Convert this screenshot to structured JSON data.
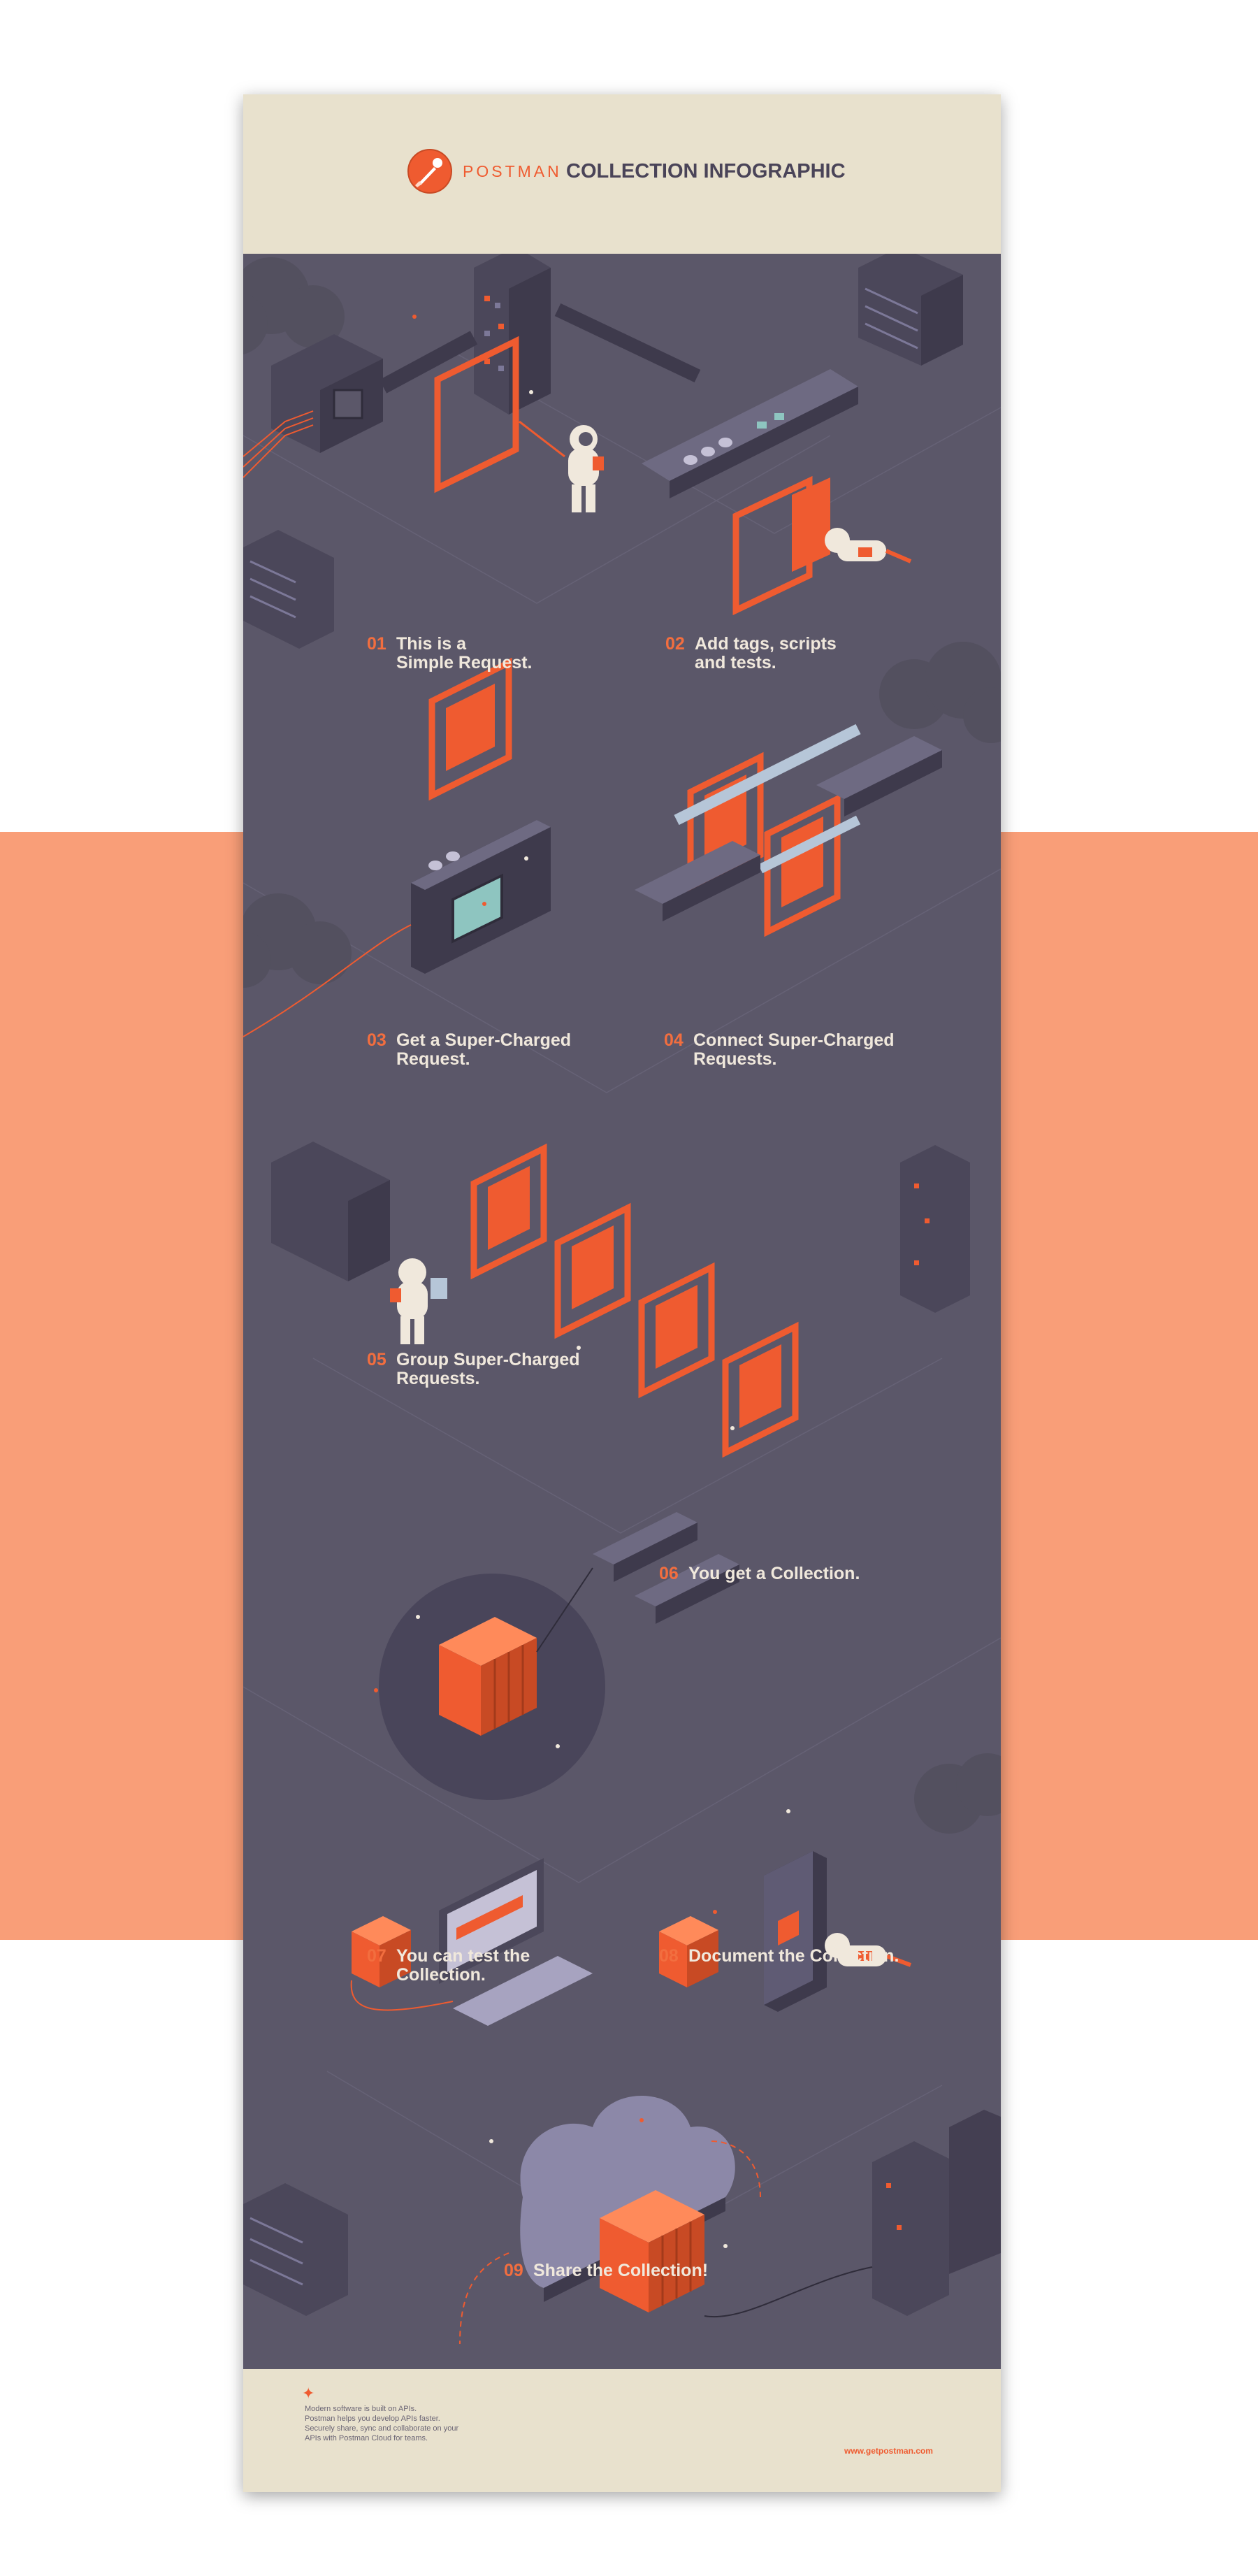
{
  "header": {
    "brand": "POSTMAN",
    "title": "COLLECTION INFOGRAPHIC"
  },
  "steps": [
    {
      "num": "01",
      "line1": "This is a",
      "line2": "Simple Request."
    },
    {
      "num": "02",
      "line1": "Add tags, scripts",
      "line2": "and tests."
    },
    {
      "num": "03",
      "line1": "Get a Super-Charged",
      "line2": "Request."
    },
    {
      "num": "04",
      "line1": "Connect Super-Charged",
      "line2": "Requests."
    },
    {
      "num": "05",
      "line1": "Group Super-Charged",
      "line2": "Requests."
    },
    {
      "num": "06",
      "line1": "You get a Collection.",
      "line2": ""
    },
    {
      "num": "07",
      "line1": "You can test the",
      "line2": "Collection."
    },
    {
      "num": "08",
      "line1": "Document the Collection.",
      "line2": ""
    },
    {
      "num": "09",
      "line1": "Share the Collection!",
      "line2": ""
    }
  ],
  "footer": {
    "lines": [
      "Modern software is built on APIs.",
      "Postman helps you develop APIs faster.",
      "Securely share, sync and collaborate on your",
      "APIs with Postman Cloud for teams."
    ],
    "url": "www.getpostman.com"
  },
  "colors": {
    "poster_bg": "#5b5769",
    "band": "#f99e78",
    "accent": "#ef5b30",
    "cream": "#e8e1cd"
  },
  "icons": [
    "postman-logo-icon",
    "astronaut-icon",
    "request-frame-icon",
    "collection-cube-icon",
    "computer-icon",
    "book-icon",
    "cloud-icon",
    "building-icon"
  ]
}
